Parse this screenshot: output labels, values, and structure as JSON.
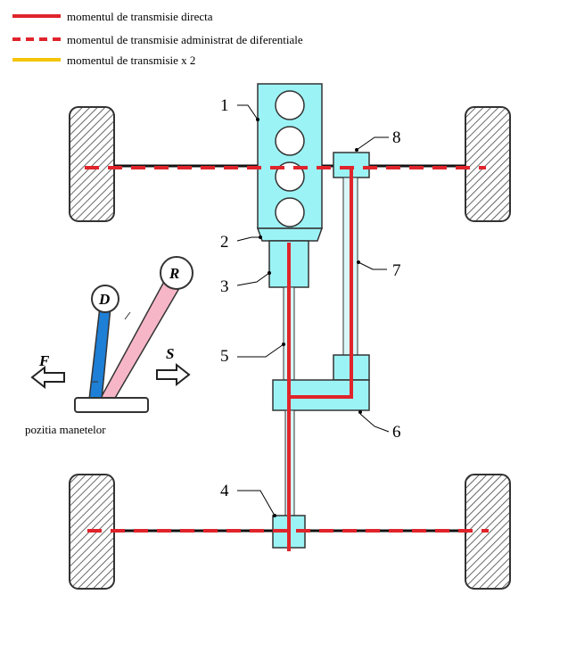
{
  "legend": [
    {
      "label": "momentul de transmisie directa",
      "style": "solid",
      "color": "#e0242b"
    },
    {
      "label": "momentul de transmisie administrat de diferentiale",
      "style": "dashed",
      "color": "#e0242b"
    },
    {
      "label": "momentul de transmisie x 2",
      "style": "solid",
      "color": "#f5c400"
    }
  ],
  "components": {
    "c1": "1",
    "c2": "2",
    "c3": "3",
    "c4": "4",
    "c5": "5",
    "c6": "6",
    "c7": "7",
    "c8": "8"
  },
  "levers": {
    "d_label": "D",
    "r_label": "R",
    "f_label": "F",
    "s_label": "S",
    "caption": "pozitia manetelor",
    "d_color": "#1e7fd6",
    "r_color": "#f7b6c8"
  },
  "colors": {
    "component_fill": "#9cf3f5",
    "torque_red": "#e0242b",
    "wheel_fill": "#ffffff"
  }
}
